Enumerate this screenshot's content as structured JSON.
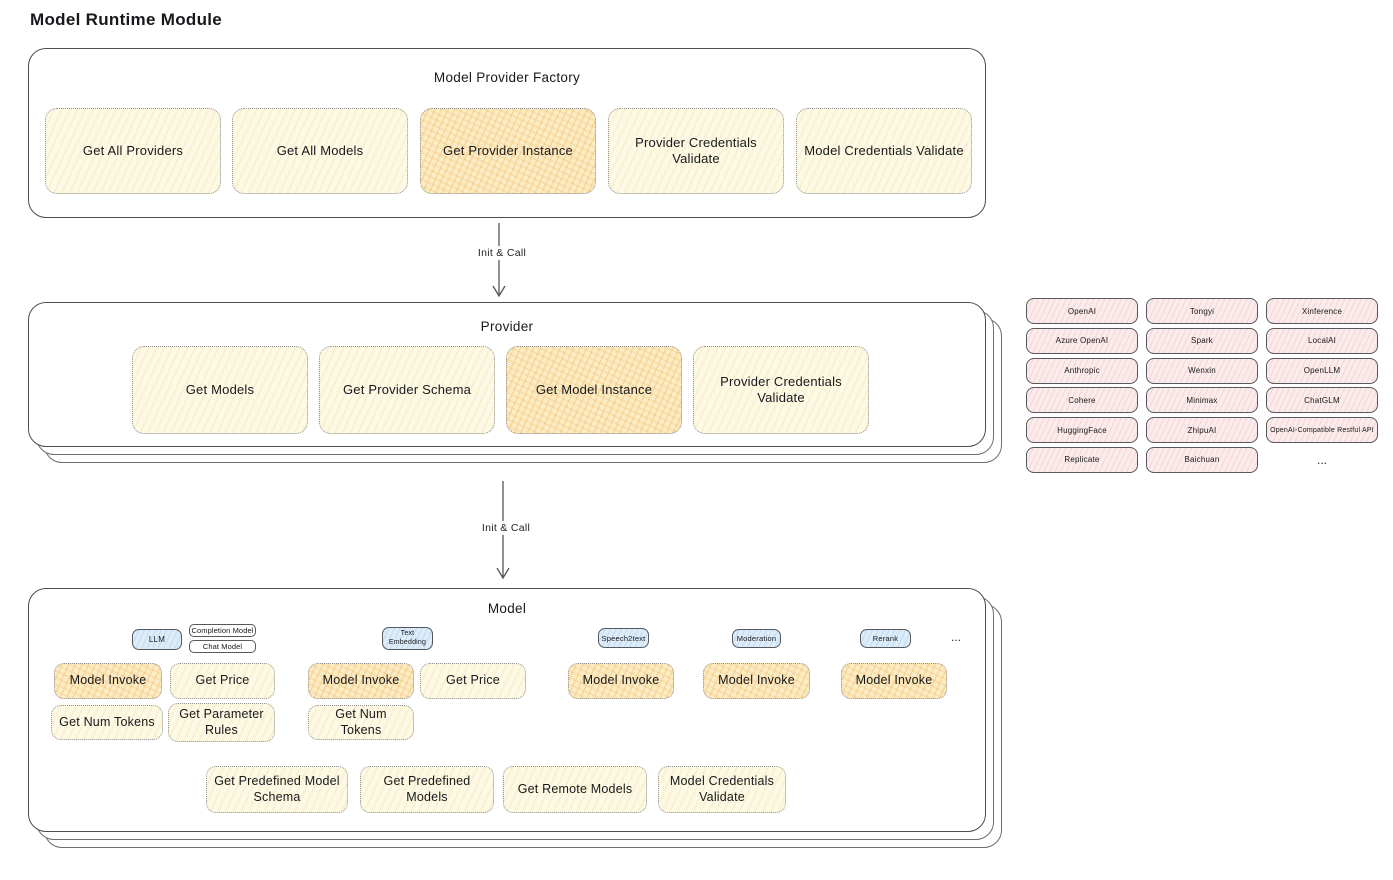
{
  "page": {
    "title": "Model Runtime Module"
  },
  "factory": {
    "title": "Model Provider Factory",
    "buttons": [
      {
        "label": "Get All Providers",
        "highlighted": false
      },
      {
        "label": "Get All Models",
        "highlighted": false
      },
      {
        "label": "Get Provider Instance",
        "highlighted": true
      },
      {
        "label": "Provider Credentials Validate",
        "highlighted": false
      },
      {
        "label": "Model Credentials Validate",
        "highlighted": false
      }
    ]
  },
  "connectors": [
    {
      "label": "Init & Call"
    },
    {
      "label": "Init & Call"
    }
  ],
  "provider": {
    "title": "Provider",
    "buttons": [
      {
        "label": "Get Models",
        "highlighted": false
      },
      {
        "label": "Get Provider Schema",
        "highlighted": false
      },
      {
        "label": "Get Model Instance",
        "highlighted": true
      },
      {
        "label": "Provider Credentials Validate",
        "highlighted": false
      }
    ]
  },
  "provider_list": {
    "columns": [
      {
        "items": [
          "OpenAI",
          "Azure OpenAI",
          "Anthropic",
          "Cohere",
          "HuggingFace",
          "Replicate"
        ]
      },
      {
        "items": [
          "Tongyi",
          "Spark",
          "Wenxin",
          "Minimax",
          "ZhipuAI",
          "Baichuan"
        ]
      },
      {
        "items": [
          "Xinference",
          "LocalAI",
          "OpenLLM",
          "ChatGLM",
          "OpenAI-Compatible Restful API"
        ]
      }
    ],
    "more": "..."
  },
  "model": {
    "title": "Model",
    "tags": {
      "llm": "LLM",
      "completion_model": "Completion Model",
      "chat_model": "Chat Model",
      "text_embedding": "Text Embedding",
      "speech2text": "Speech2text",
      "moderation": "Moderation",
      "rerank": "Rerank",
      "more": "..."
    },
    "llm_buttons": [
      {
        "label": "Model Invoke",
        "highlighted": true
      },
      {
        "label": "Get Price",
        "highlighted": false
      },
      {
        "label": "Get Num Tokens",
        "highlighted": false
      },
      {
        "label": "Get Parameter Rules",
        "highlighted": false
      }
    ],
    "text_embedding_buttons": [
      {
        "label": "Model Invoke",
        "highlighted": true
      },
      {
        "label": "Get Price",
        "highlighted": false
      },
      {
        "label": "Get Num Tokens",
        "highlighted": false
      }
    ],
    "speech2text_buttons": [
      {
        "label": "Model Invoke",
        "highlighted": true
      }
    ],
    "moderation_buttons": [
      {
        "label": "Model Invoke",
        "highlighted": true
      }
    ],
    "rerank_buttons": [
      {
        "label": "Model Invoke",
        "highlighted": true
      }
    ],
    "common_buttons": [
      {
        "label": "Get Predefined Model Schema"
      },
      {
        "label": "Get Predefined Models"
      },
      {
        "label": "Get Remote Models"
      },
      {
        "label": "Model Credentials Validate"
      }
    ]
  }
}
